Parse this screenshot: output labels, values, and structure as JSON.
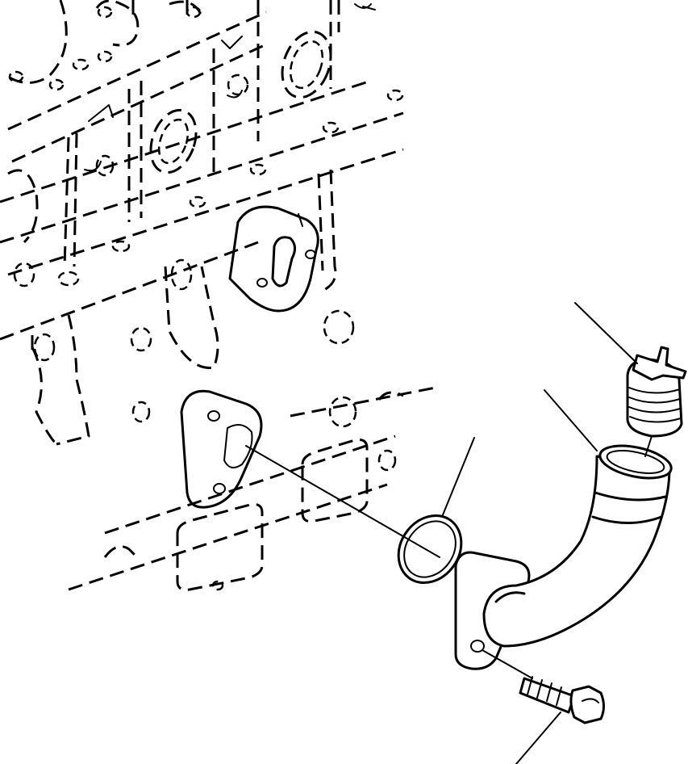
{
  "diagram": {
    "type": "exploded-parts-illustration",
    "parts": [
      {
        "id": "filler-cap",
        "icon": "vented-cap-icon"
      },
      {
        "id": "filler-tube",
        "icon": "bent-tube-icon"
      },
      {
        "id": "gasket",
        "icon": "o-ring-icon"
      },
      {
        "id": "mounting-bolt",
        "icon": "flange-bolt-icon"
      }
    ],
    "background": "engine-block-phantom-outline",
    "colors": {
      "line": "#000000",
      "background": "#ffffff"
    }
  }
}
